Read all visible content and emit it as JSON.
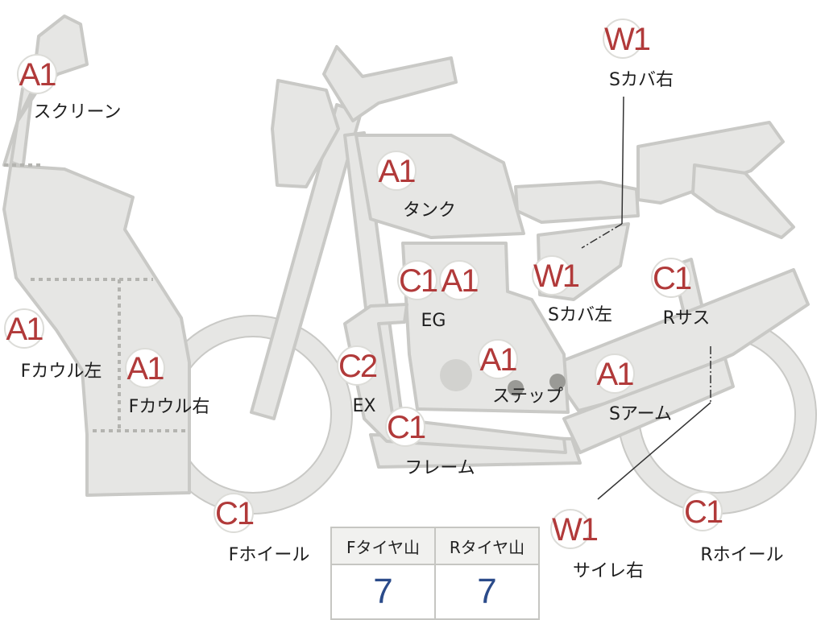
{
  "colors": {
    "part_fill": "#e6e6e4",
    "badge_text": "#b13a3a",
    "tread_value": "#2b4b8a"
  },
  "parts": {
    "screen": {
      "grade": "A1",
      "label": "スクリーン"
    },
    "fcowl_left": {
      "grade": "A1",
      "label": "Fカウル左"
    },
    "fcowl_right": {
      "grade": "A1",
      "label": "Fカウル右"
    },
    "tank": {
      "grade": "A1",
      "label": "タンク"
    },
    "eg": {
      "grades": [
        "C1",
        "A1"
      ],
      "label": "EG"
    },
    "scover_left": {
      "grade": "W1",
      "label": "Sカバ左"
    },
    "scover_right": {
      "grade": "W1",
      "label": "Sカバ右"
    },
    "rsus": {
      "grade": "C1",
      "label": "Rサス"
    },
    "ex": {
      "grade": "C2",
      "label": "EX"
    },
    "step": {
      "grade": "A1",
      "label": "ステップ"
    },
    "sarm": {
      "grade": "A1",
      "label": "Sアーム"
    },
    "frame": {
      "grade": "C1",
      "label": "フレーム"
    },
    "fwheel": {
      "grade": "C1",
      "label": "Fホイール"
    },
    "silencer_right": {
      "grade": "W1",
      "label": "サイレ右"
    },
    "rwheel": {
      "grade": "C1",
      "label": "Rホイール"
    }
  },
  "tread": {
    "headers": [
      "Fタイヤ山",
      "Rタイヤ山"
    ],
    "values": [
      "7",
      "7"
    ]
  }
}
